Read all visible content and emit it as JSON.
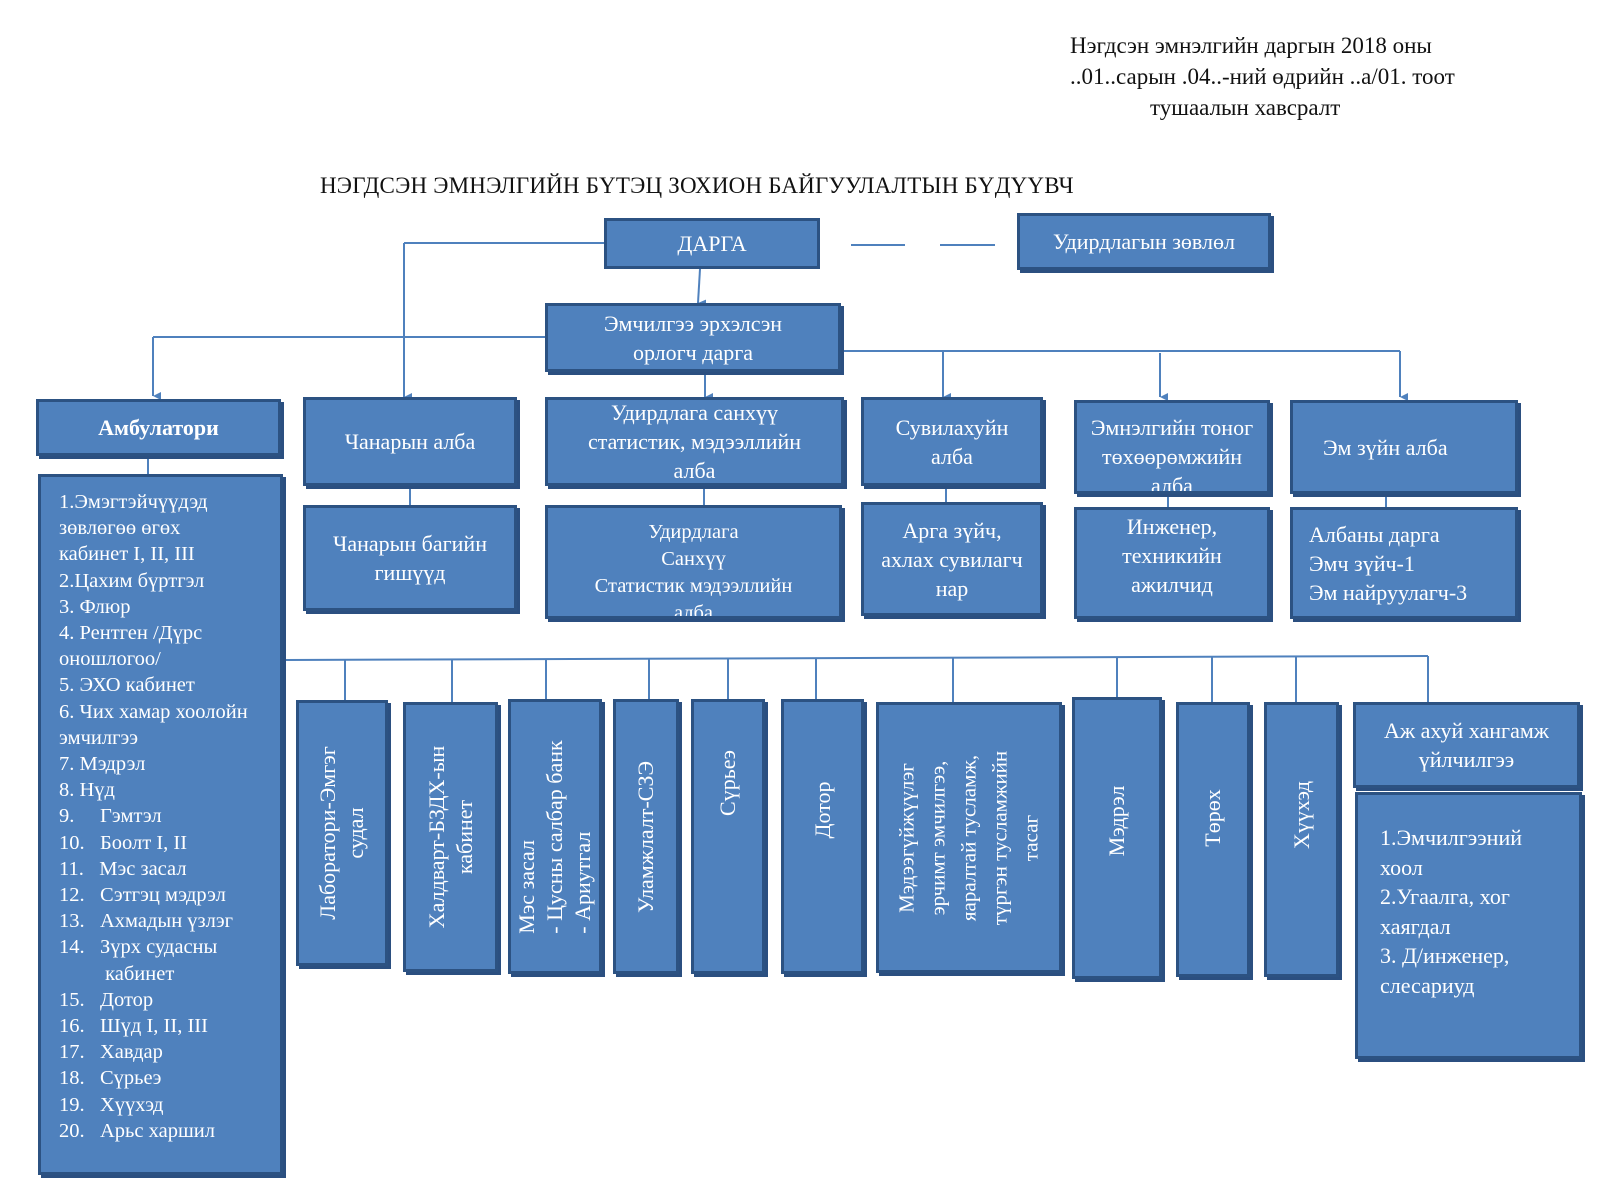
{
  "header": {
    "line1": "Нэгдсэн эмнэлгийн даргын 2018 оны",
    "line2": "..01..сарын .04..-ний өдрийн ..а/01. тоот",
    "line3": "тушаалын хавсралт"
  },
  "title": "НЭГДСЭН ЭМНЭЛГИЙН БҮТЭЦ ЗОХИОН БАЙГУУЛАЛТЫН БҮДҮҮВЧ",
  "director": "ДАРГА",
  "council": "Удирдлагын зөвлөл",
  "deputy": {
    "line1": "Эмчилгээ эрхэлсэн",
    "line2": "орлогч дарга"
  },
  "ambulatory": {
    "label": "Амбулатори",
    "items": [
      "1.Эмэгтэйчүүдэд",
      "зөвлөгөө өгөх",
      "кабинет I, II, III",
      "2.Цахим бүртгэл",
      "3. Флюр",
      "4. Рентген /Дүрс",
      "оношлогоо/",
      "5. ЭХО кабинет",
      "6. Чих хамар хоолойн",
      "эмчилгээ",
      "7. Мэдрэл",
      "8. Нүд",
      "9.     Гэмтэл",
      "10.   Боолт I, II",
      "11.   Мэс засал",
      "12.   Сэтгэц мэдрэл",
      "13.   Ахмадын үзлэг",
      "14.   Зүрх судасны",
      "         кабинет",
      "15.   Дотор",
      "16.   Шүд I, II, III",
      "17.   Хавдар",
      "18.   Сүрьеэ",
      "19.   Хүүхэд",
      "20.   Арьс харшил"
    ]
  },
  "departments": {
    "quality": {
      "label": "Чанарын алба",
      "sub_line1": "Чанарын багийн",
      "sub_line2": "гишүүд"
    },
    "finance": {
      "line1": "Удирдлага санхүү",
      "line2": "статистик, мэдээллийн",
      "line3": "алба",
      "sub_line1": "Удирдлага",
      "sub_line2": "Санхүү",
      "sub_line3": "Статистик мэдээллийн",
      "sub_line4": "алба"
    },
    "nursing": {
      "line1": "Сувилахуйн",
      "line2": "алба",
      "sub_line1": "Арга зүйч,",
      "sub_line2": "ахлах сувилагч",
      "sub_line3": "нар"
    },
    "equipment": {
      "line1": "Эмнэлгийн тоног",
      "line2": "төхөөрөмжийн",
      "line3": "алба",
      "sub_line1": "Инженер,",
      "sub_line2": "техникийн",
      "sub_line3": "ажилчид"
    },
    "pharmacy": {
      "label": "Эм  зүйн алба",
      "sub_line1": "Албаны дарга",
      "sub_line2": "Эмч зүйч-1",
      "sub_line3": "Эм найруулагч-3"
    }
  },
  "units": {
    "lab": {
      "line1": "Лаборатори-Эмгэг",
      "line2": "судал"
    },
    "infection": {
      "line1": "Халдварт-БЗДХ-ын",
      "line2": "кабинет"
    },
    "surgery": {
      "line1": "Мэс засал",
      "line2": "-   Цусны салбар банк",
      "line3": "-   Ариутгал"
    },
    "transfer": {
      "line1": "Уламжлалт-СЗЭ"
    },
    "tb": {
      "line1": "Сүрьеэ"
    },
    "internal": {
      "line1": "Дотор"
    },
    "icu": {
      "line1": "Мэдээгүйжүүлэг",
      "line2": "эрчимт эмчилгээ,",
      "line3": "яаралтай тусламж,",
      "line4": "түргэн тусламжийн",
      "line5": "тасаг"
    },
    "neuro": {
      "line1": "Мэдрэл"
    },
    "birth": {
      "line1": "Төрөх"
    },
    "child": {
      "line1": "Хүүхэд"
    },
    "service": {
      "line1": "Аж ахуй хангамж",
      "line2": "үйлчилгээ",
      "items": [
        "1.Эмчилгээний",
        "хоол",
        "2.Угаалга, хог",
        "хаягдал",
        "3. Д/инженер,",
        "слесариуд"
      ]
    }
  },
  "colors": {
    "box_fill": "#4f81bd",
    "box_border": "#2c5282",
    "line": "#4f81bd"
  }
}
